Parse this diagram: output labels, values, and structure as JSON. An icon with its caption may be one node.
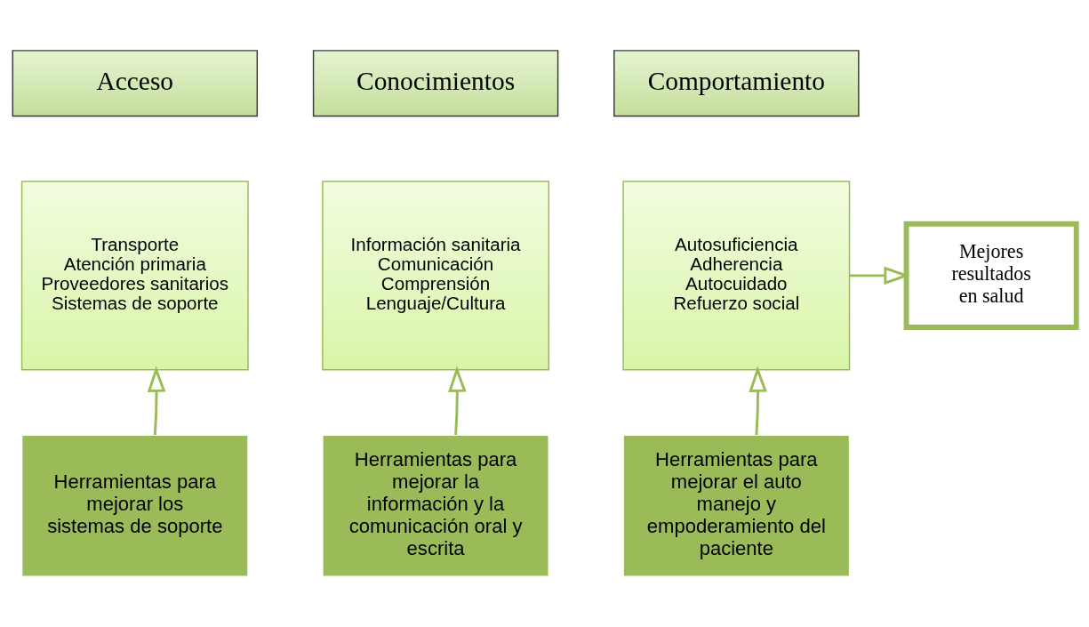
{
  "diagram": {
    "nodes": [
      {
        "text": [
          "Acceso"
        ]
      },
      {
        "text": [
          "Conocimientos"
        ]
      },
      {
        "text": [
          "Comportamiento"
        ]
      },
      {
        "text": [
          "Transporte",
          "Atención primaria",
          "Proveedores sanitarios",
          "Sistemas de soporte"
        ]
      },
      {
        "text": [
          "Información sanitaria",
          "Comunicación",
          "Comprensión",
          "Lenguaje/Cultura"
        ]
      },
      {
        "text": [
          "Autosuficiencia",
          "Adherencia",
          "Autocuidado",
          "Refuerzo social"
        ]
      },
      {
        "text": [
          "Mejores resultados en salud"
        ]
      },
      {
        "text": [
          "Herramientas para mejorar los sistemas de soporte"
        ]
      },
      {
        "text": [
          "Herramientas para mejorar la información y la comunicación oral y escrita"
        ]
      },
      {
        "text": [
          "Herramientas para mejorar el auto manejo y empoderamiento del paciente"
        ]
      }
    ],
    "edges": [
      {
        "from": 7,
        "to": 3,
        "arrow": "to"
      },
      {
        "from": 8,
        "to": 4,
        "arrow": "to"
      },
      {
        "from": 9,
        "to": 5,
        "arrow": "to"
      },
      {
        "from": 5,
        "to": 6,
        "arrow": "to"
      }
    ]
  }
}
